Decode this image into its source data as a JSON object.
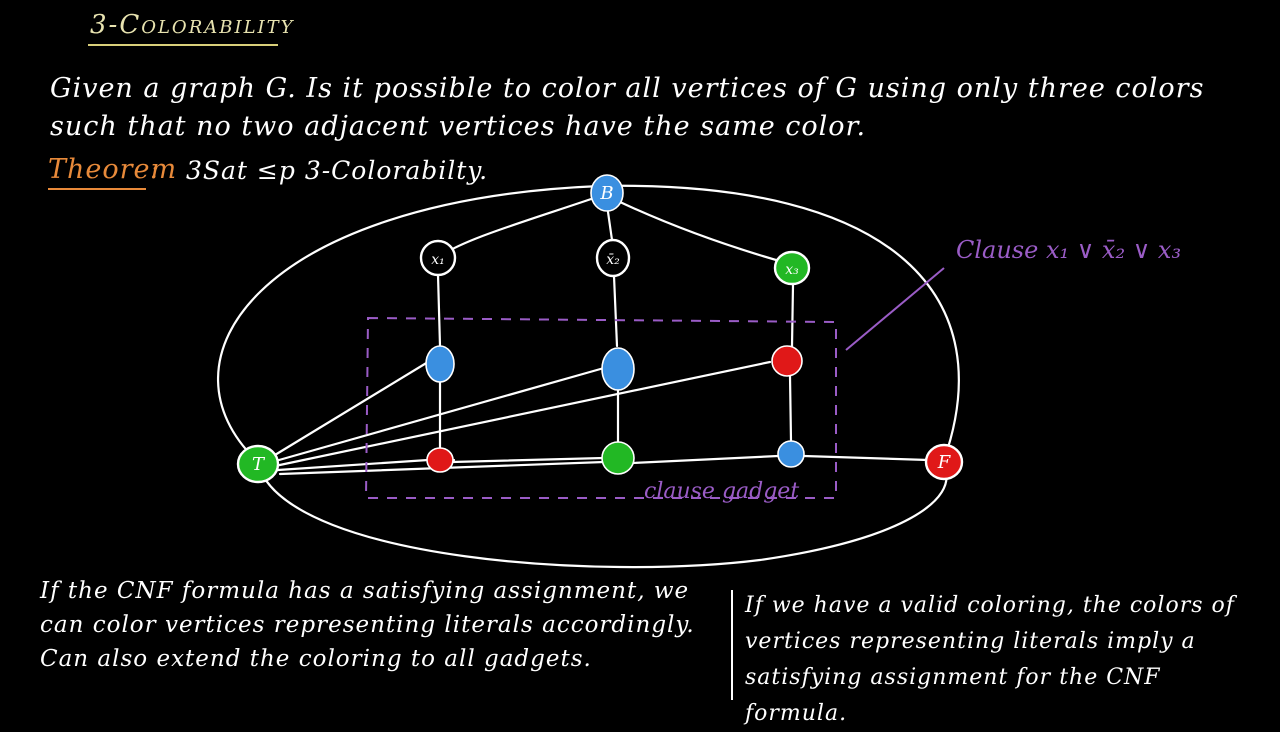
{
  "title": "3-Colorability",
  "problem_text": "Given a graph G. Is it possible to color all vertices of G using only three colors such that no two adjacent vertices have the same color.",
  "theorem": {
    "label": "Theorem",
    "statement": "3Sat ≤p 3-Colorabilty."
  },
  "diagram": {
    "nodes": {
      "B": "B",
      "T": "T",
      "F": "F",
      "x1": "x₁",
      "x2": "x̄₂",
      "x3": "x₃"
    },
    "clause_label": "Clause x₁ ∨ x̄₂ ∨ x₃",
    "gadget_label": "clause gadget",
    "colors": {
      "blue": "#3a8fe0",
      "green": "#22b824",
      "red": "#e01818",
      "purple": "#9a5cc6",
      "white": "#ffffff"
    }
  },
  "bottom": {
    "left": "If the CNF formula has a satisfying assignment, we can color vertices representing literals accordingly. Can also extend the coloring to all gadgets.",
    "right": "If we have a valid coloring, the colors of vertices representing literals imply a satisfying assignment for the CNF formula."
  }
}
